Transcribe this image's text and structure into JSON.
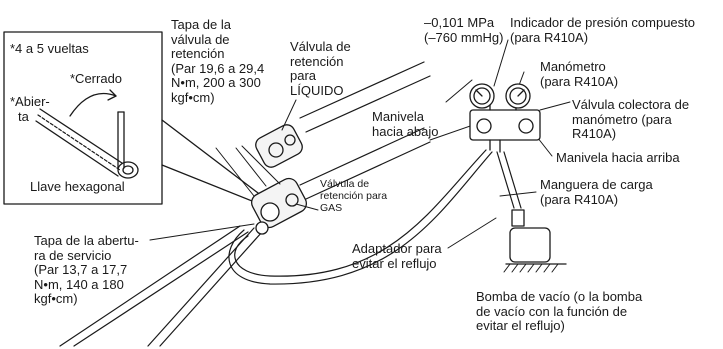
{
  "inset": {
    "turns": "*4 a 5 vueltas",
    "closed": "*Cerrado",
    "open_line1": "*Abier-",
    "open_line2": "ta",
    "hex_key": "Llave hexagonal"
  },
  "labels": {
    "retention_cap": "Tapa de la\nválvula de\nretención\n(Par 19,6 a 29,4\nN•m, 200 a 300\nkgf•cm)",
    "liquid_valve": "Válvula de\nretención\npara\nLÍQUIDO",
    "gas_valve": "Válvula de\nretención para\nGAS",
    "service_cap": "Tapa de la abertu-\nra de servicio\n(Par 13,7 a 17,7\nN•m, 140 a 180\nkgf•cm)",
    "vacuum_reading": "–0,101 MPa\n(–760 mmHg)",
    "compound_gauge": "Indicador de presión compuesto\n(para R410A)",
    "manometer": "Manómetro\n(para R410A)",
    "manifold_valve": "Válvula colectora de\nmanómetro (para\nR410A)",
    "handle_down": "Manivela\nhacia abajo",
    "handle_up": "Manivela hacia arriba",
    "charge_hose": "Manguera de carga\n(para R410A)",
    "backflow_adapter": "Adaptador para\nevitar el reflujo",
    "vacuum_pump": "Bomba de vacío (o la bomba\nde vacío con la función de\nevitar el reflujo)"
  }
}
